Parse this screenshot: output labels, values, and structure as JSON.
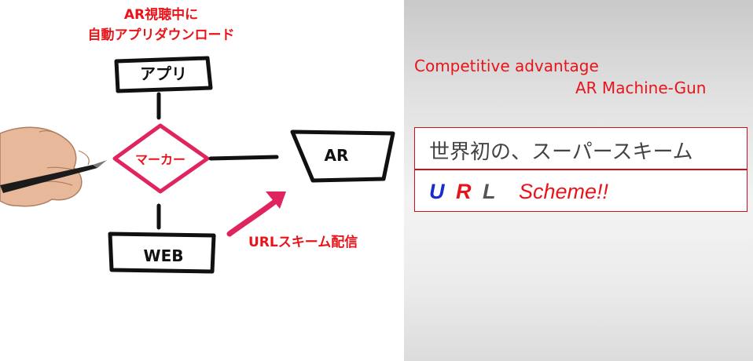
{
  "diagram": {
    "note_top_line1": "AR視聴中に",
    "note_top_line2": "自動アプリダウンロード",
    "node_app": "アプリ",
    "node_marker": "マーカー",
    "node_ar": "AR",
    "node_web": "WEB",
    "note_url": "URLスキーム配信",
    "colors": {
      "accent_red": "#e8141a",
      "marker_pink": "#e0245e",
      "ink": "#111111"
    }
  },
  "headline": {
    "line1": "Competitive advantage",
    "line2": "AR Machine-Gun"
  },
  "boxes": {
    "first_label": "世界初の、スーパースキーム",
    "scheme_u": "U",
    "scheme_r": "R",
    "scheme_l": "L",
    "scheme_text": "Scheme!!",
    "colors": {
      "u": "#1a2bd1",
      "r": "#e8141a",
      "l": "#555555",
      "border": "#d10f1a"
    }
  }
}
